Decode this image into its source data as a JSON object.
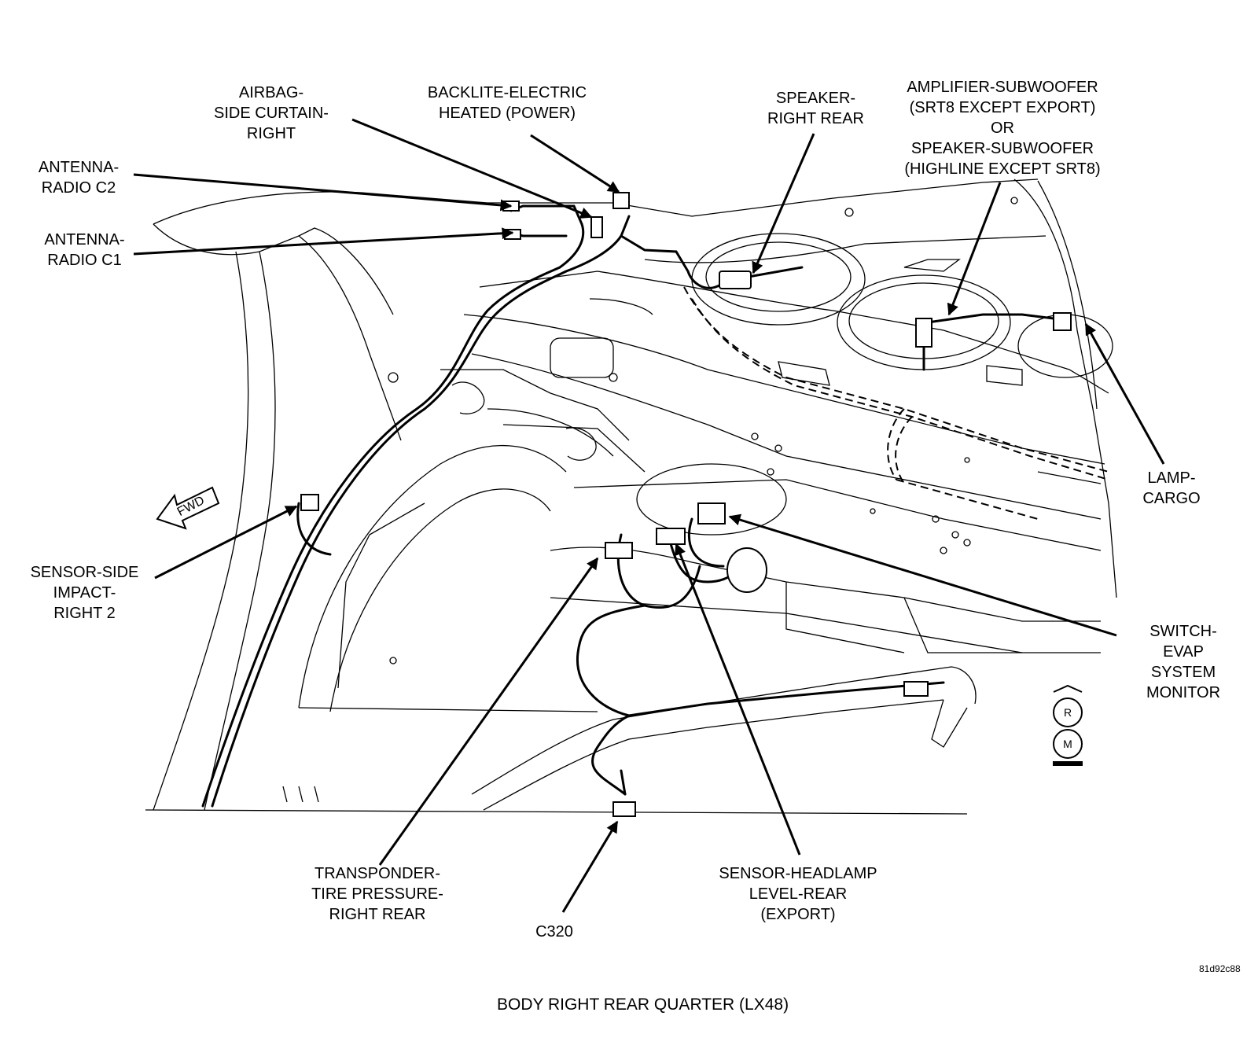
{
  "labels": {
    "airbag": [
      "AIRBAG-",
      "SIDE CURTAIN-",
      "RIGHT"
    ],
    "backlite": [
      "BACKLITE-ELECTRIC",
      "HEATED (POWER)"
    ],
    "speaker_rr": [
      "SPEAKER-",
      "RIGHT REAR"
    ],
    "amplifier": [
      "AMPLIFIER-SUBWOOFER",
      "(SRT8 EXCEPT EXPORT)",
      "OR",
      "SPEAKER-SUBWOOFER",
      "(HIGHLINE EXCEPT SRT8)"
    ],
    "antenna_c2": [
      "ANTENNA-",
      "RADIO C2"
    ],
    "antenna_c1": [
      "ANTENNA-",
      "RADIO C1"
    ],
    "lamp_cargo": [
      "LAMP-",
      "CARGO"
    ],
    "sensor_side": [
      "SENSOR-SIDE",
      "IMPACT-",
      "RIGHT 2"
    ],
    "switch_evap": [
      "SWITCH-",
      "EVAP",
      "SYSTEM",
      "MONITOR"
    ],
    "transponder": [
      "TRANSPONDER-",
      "TIRE PRESSURE-",
      "RIGHT REAR"
    ],
    "c320": [
      "C320"
    ],
    "headlamp": [
      "SENSOR-HEADLAMP",
      "LEVEL-REAR",
      "(EXPORT)"
    ]
  },
  "fwd_marker": "FWD",
  "rm_badge": [
    "R",
    "M"
  ],
  "image_code": "81d92c88",
  "caption": "BODY RIGHT REAR QUARTER  (LX48)"
}
